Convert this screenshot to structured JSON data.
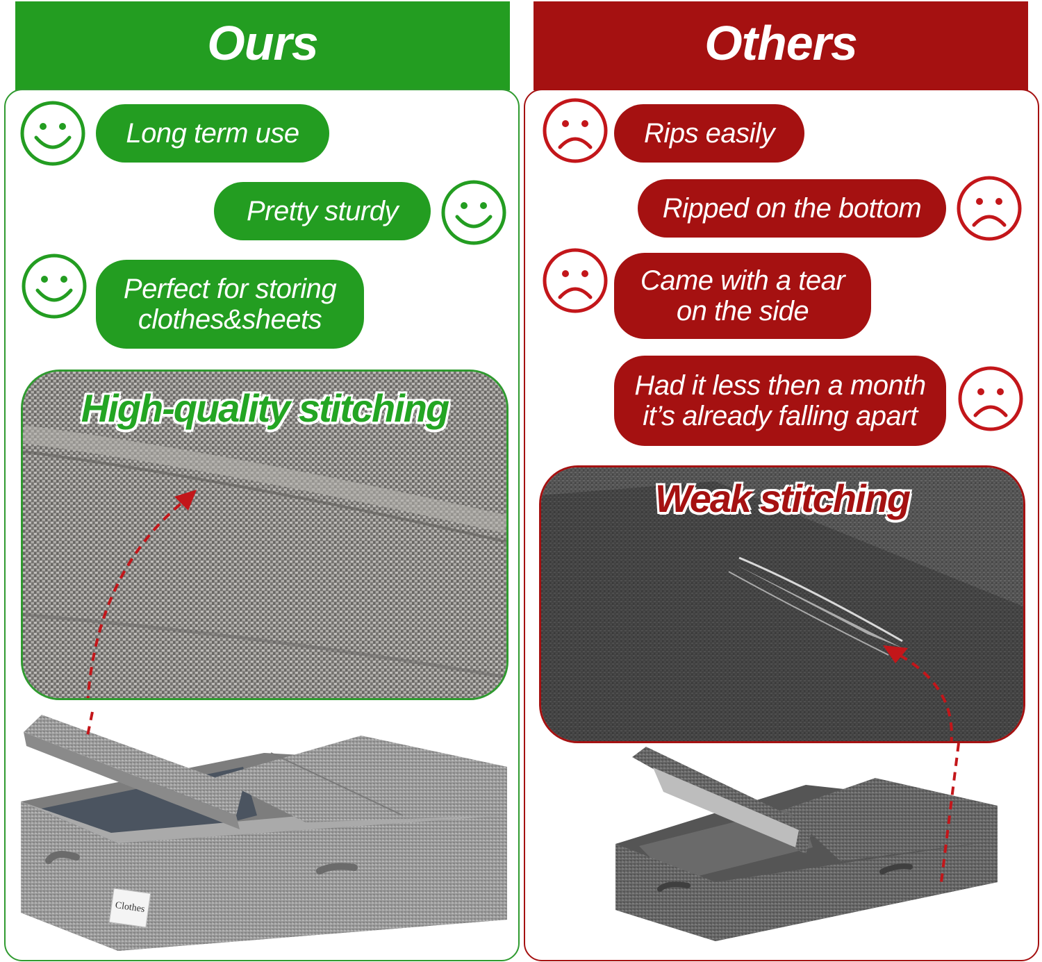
{
  "colors": {
    "green": "#239d21",
    "red": "#a51111",
    "green_border": "#2f9a2f",
    "red_border": "#a51111"
  },
  "ours": {
    "title": "Ours",
    "points": [
      {
        "text": "Long term use",
        "icon": "smiley-icon"
      },
      {
        "text": "Pretty sturdy",
        "icon": "smiley-icon"
      },
      {
        "text_line1": "Perfect for storing",
        "text_line2": "clothes&sheets",
        "icon": "smiley-icon"
      }
    ],
    "photo_caption": "High-quality stitching",
    "box_label": "Clothes"
  },
  "others": {
    "title": "Others",
    "points": [
      {
        "text": "Rips easily",
        "icon": "frown-icon"
      },
      {
        "text": "Ripped on the bottom",
        "icon": "frown-icon"
      },
      {
        "text_line1": "Came with a tear",
        "text_line2": "on the side",
        "icon": "frown-icon"
      },
      {
        "text_line1": "Had it less then a month",
        "text_line2": "it’s already falling apart",
        "icon": "frown-icon"
      }
    ],
    "photo_caption": "Weak stitching"
  }
}
